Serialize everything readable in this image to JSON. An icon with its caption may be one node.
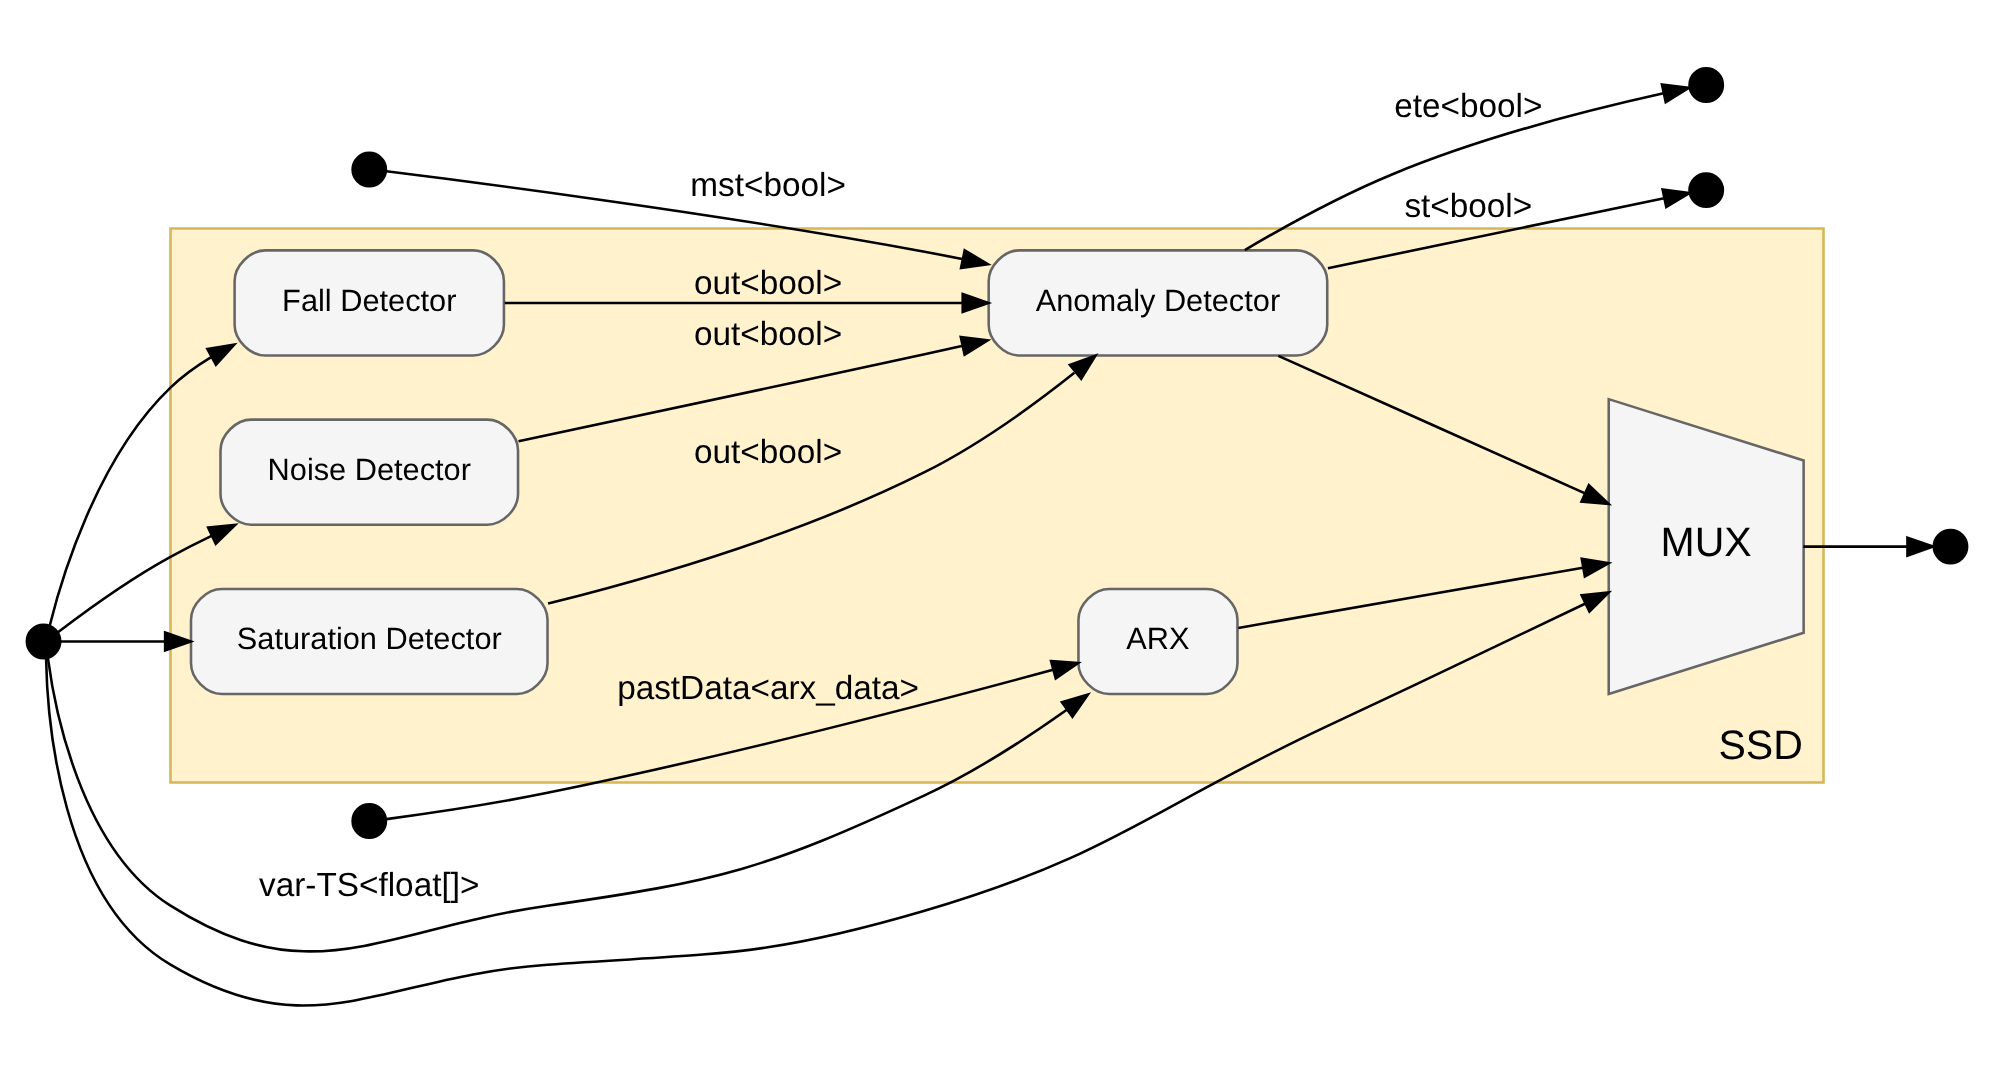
{
  "diagram": {
    "nodes": [
      {
        "text": [
          "SSD"
        ]
      },
      {
        "text": [],
        "shape": "circle"
      },
      {
        "text": [],
        "shape": "circle"
      },
      {
        "text": [
          "Saturation Detector"
        ],
        "in": 0
      },
      {
        "text": [
          "Fall Detector"
        ],
        "in": 0
      },
      {
        "text": [
          "Noise Detector"
        ],
        "in": 0
      },
      {
        "text": [
          "Anomaly Detector"
        ],
        "in": 0
      },
      {
        "text": [
          "ARX"
        ],
        "in": 0
      },
      {
        "text": [
          "MUX"
        ],
        "in": 0
      },
      {
        "text": [],
        "shape": "circle"
      },
      {
        "text": [],
        "shape": "circle"
      },
      {
        "text": [],
        "shape": "circle"
      },
      {
        "text": [],
        "shape": "circle"
      }
    ],
    "edges": [
      {
        "from": 9,
        "to": 3,
        "arrow": "to"
      },
      {
        "from": 9,
        "to": 4,
        "arrow": "to"
      },
      {
        "from": 9,
        "to": 5,
        "arrow": "to"
      },
      {
        "from": 9,
        "to": 7,
        "arrow": "to",
        "label": "var-TS<float[]>"
      },
      {
        "from": 9,
        "to": 8,
        "arrow": "to"
      },
      {
        "from": 3,
        "to": 6,
        "arrow": "to",
        "label": "out<bool>"
      },
      {
        "from": 4,
        "to": 6,
        "arrow": "to",
        "label": "out<bool>"
      },
      {
        "from": 5,
        "to": 6,
        "arrow": "to",
        "label": "out<bool>"
      },
      {
        "from": 6,
        "to": 1,
        "arrow": "to",
        "label": "ete<bool>"
      },
      {
        "from": 2,
        "to": 7,
        "arrow": "to",
        "label": "pastData<arx_data>"
      },
      {
        "from": 7,
        "to": 8,
        "arrow": "to"
      },
      {
        "from": 8,
        "to": 11,
        "arrow": "to"
      },
      {
        "from": 6,
        "to": 12,
        "arrow": "to",
        "label": "st<bool>"
      },
      {
        "from": 6,
        "to": 8,
        "arrow": "to"
      },
      {
        "from": 10,
        "to": 6,
        "arrow": "to",
        "label": "mst<bool>"
      }
    ]
  }
}
